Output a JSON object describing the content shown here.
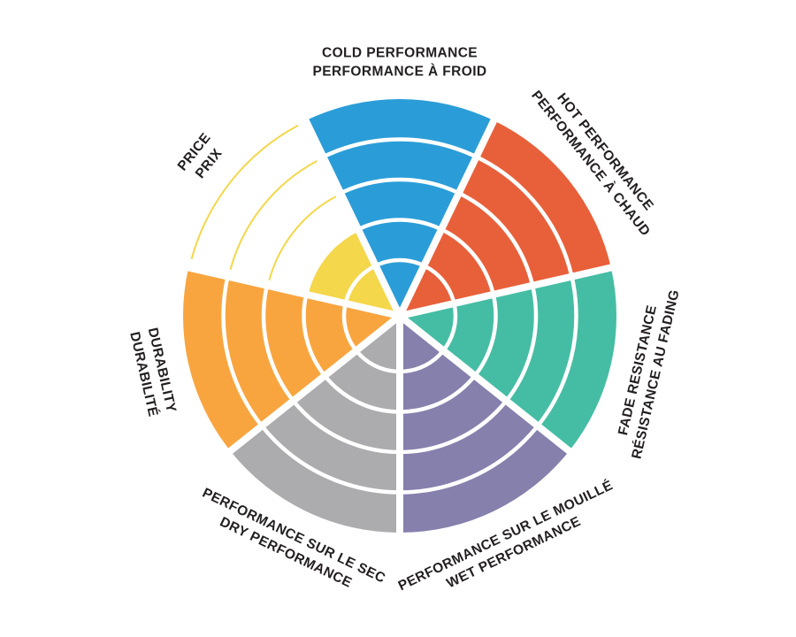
{
  "chart_data": {
    "type": "radial-sector-wheel",
    "title": "",
    "rings": 5,
    "max_value": 5,
    "direction": "clockwise",
    "start_sector_centered_at_top": true,
    "ring_boundaries": [
      63,
      108.5,
      154,
      199.5,
      245
    ],
    "background": "#FFFFFF",
    "label_color": "#231F20",
    "divider_color": "#FFFFFF",
    "sectors": [
      {
        "id": "cold-performance",
        "label_outer": "COLD PERFORMANCE",
        "label_inner": "PERFORMANCE À FROID",
        "value": 5,
        "color": "#2A9DD8"
      },
      {
        "id": "hot-performance",
        "label_outer": "HOT PERFORMANCE",
        "label_inner": "PERFORMANCE À CHAUD",
        "value": 5,
        "color": "#E8603A"
      },
      {
        "id": "fade-resistance",
        "label_outer": "RÉSISTANCE AU FADING",
        "label_inner": "FADE RESISTANCE",
        "value": 5,
        "color": "#45BDA4"
      },
      {
        "id": "wet-performance",
        "label_outer": "WET PERFORMANCE",
        "label_inner": "PERFORMANCE SUR LE MOUILLÉ",
        "value": 5,
        "color": "#8680AD"
      },
      {
        "id": "dry-performance",
        "label_outer": "DRY PERFORMANCE",
        "label_inner": "PERFORMANCE SUR LE SEC",
        "value": 5,
        "color": "#ACABAD"
      },
      {
        "id": "durability",
        "label_outer": "DURABILITÉ",
        "label_inner": "DURABILITY",
        "value": 5,
        "color": "#F9A53F"
      },
      {
        "id": "price",
        "label_outer": "PRICE",
        "label_inner": "PRIX",
        "value": 2,
        "color": "#F4D74A"
      }
    ]
  }
}
